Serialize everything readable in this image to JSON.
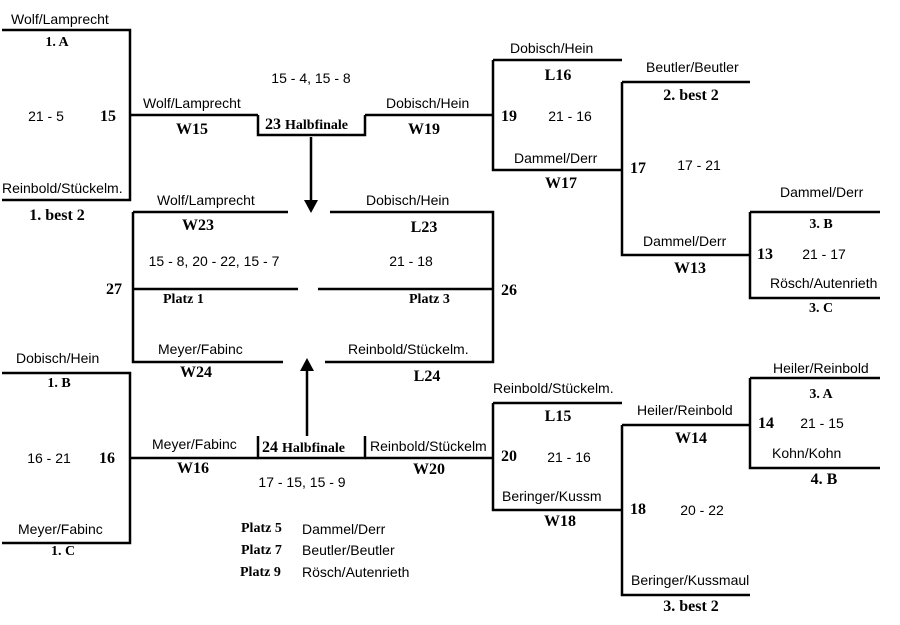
{
  "team_labels": {
    "wolf_top": "Wolf/Lamprecht",
    "reinbold_left": "Reinbold/Stückelm.",
    "dobisch_left": "Dobisch/Hein",
    "meyer_left": "Meyer/Fabinc",
    "wolf_w15": "Wolf/Lamprecht",
    "meyer_w16": "Meyer/Fabinc",
    "dobisch_w19": "Dobisch/Hein",
    "reinbold_w20": "Reinbold/Stückelm",
    "wolf_final": "Wolf/Lamprecht",
    "dobisch_platz3": "Dobisch/Hein",
    "meyer_final": "Meyer/Fabinc",
    "reinbold_platz3": "Reinbold/Stückelm.",
    "dobisch_l16": "Dobisch/Hein",
    "dammel_w17": "Dammel/Derr",
    "reinbold_l15": "Reinbold/Stückelm.",
    "beringer_w18": "Beringer/Kussm",
    "beutler_top": "Beutler/Beutler",
    "dammel_w13": "Dammel/Derr",
    "heiler_w14": "Heiler/Reinbold",
    "beringer_bottom": "Beringer/Kussmaul",
    "dammel_top_right": "Dammel/Derr",
    "roesch_right": "Rösch/Autenrieth",
    "heiler_top_right": "Heiler/Reinbold",
    "kohn_right": "Kohn/Kohn"
  },
  "seeds": {
    "s1a": "1. A",
    "s1b2": "1. best 2",
    "s1b": "1. B",
    "s1c": "1. C",
    "s2b2": "2. best 2",
    "s3b": "3. B",
    "s3c": "3. C",
    "s3a": "3. A",
    "s4b": "4. B",
    "s3b2": "3. best 2"
  },
  "codes": {
    "w15": "W15",
    "w16": "W16",
    "w19": "W19",
    "w20": "W20",
    "w23": "W23",
    "w24": "W24",
    "l23": "L23",
    "l24": "L24",
    "l16": "L16",
    "w17": "W17",
    "l15": "L15",
    "w18": "W18",
    "w13": "W13",
    "w14": "W14"
  },
  "match_numbers": {
    "m15": "15",
    "m16": "16",
    "m19": "19",
    "m20": "20",
    "m27": "27",
    "m26": "26",
    "m17": "17",
    "m18": "18",
    "m13": "13",
    "m14": "14"
  },
  "semifinals": {
    "sf23_number": "23",
    "sf23_label": "Halbfinale",
    "sf24_number": "24",
    "sf24_label": "Halbfinale"
  },
  "scores": {
    "m15": "21 - 5",
    "m16": "16 - 21",
    "sf23": "15 - 4, 15 - 8",
    "sf24": "17 - 15, 15 - 9",
    "m19": "21 - 16",
    "m20": "21 - 16",
    "final": "15 - 8, 20 - 22, 15 - 7",
    "platz3": "21 - 18",
    "m17": "17 - 21",
    "m18": "20 - 22",
    "m13": "21 - 17",
    "m14": "21 - 15"
  },
  "places": {
    "platz1": "Platz 1",
    "platz3": "Platz 3"
  },
  "standings": [
    {
      "label": "Platz 5",
      "team": "Dammel/Derr"
    },
    {
      "label": "Platz 7",
      "team": "Beutler/Beutler"
    },
    {
      "label": "Platz 9",
      "team": "Rösch/Autenrieth"
    }
  ]
}
